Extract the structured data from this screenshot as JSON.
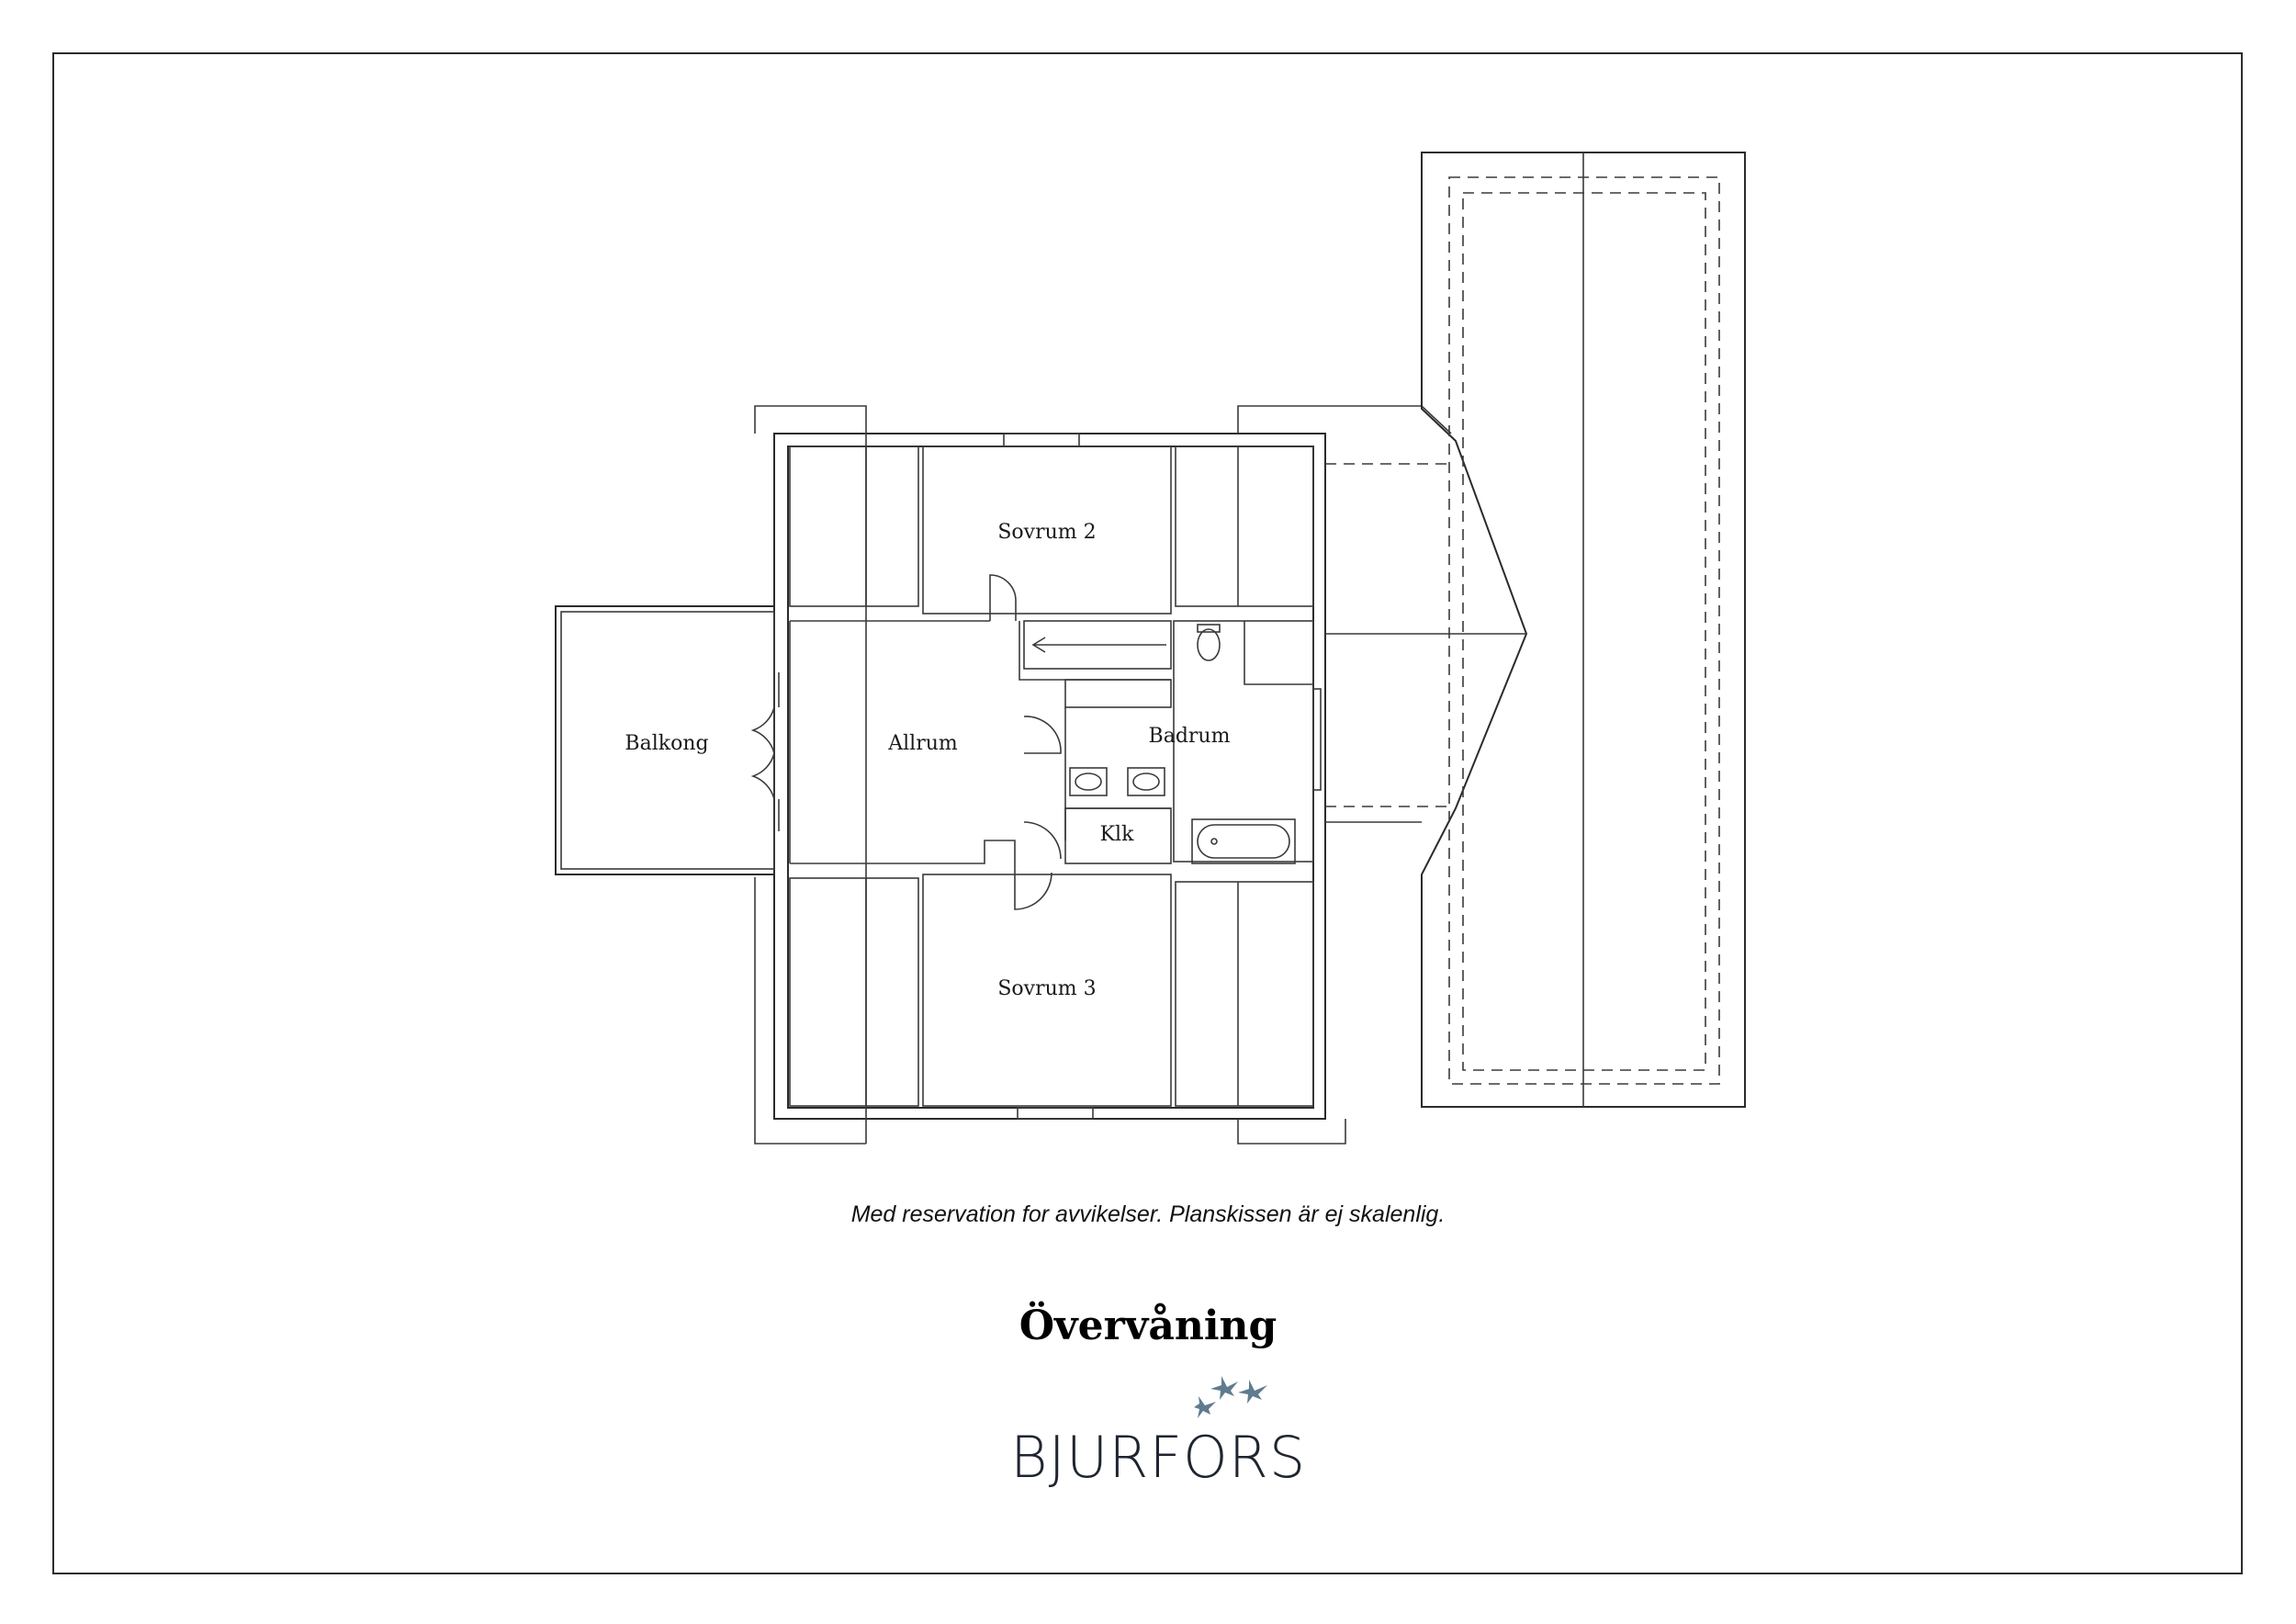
{
  "rooms": {
    "sovrum2": "Sovrum 2",
    "sovrum3": "Sovrum 3",
    "allrum": "Allrum",
    "badrum": "Badrum",
    "balkong": "Balkong",
    "klk": "Klk"
  },
  "disclaimer": "Med reservation for avvikelser. Planskissen är ej skalenlig.",
  "floor_title": "Övervåning",
  "brand": {
    "name": "BJURFORS",
    "logo_icon": "birds-icon",
    "color": "#5f7c8e"
  }
}
